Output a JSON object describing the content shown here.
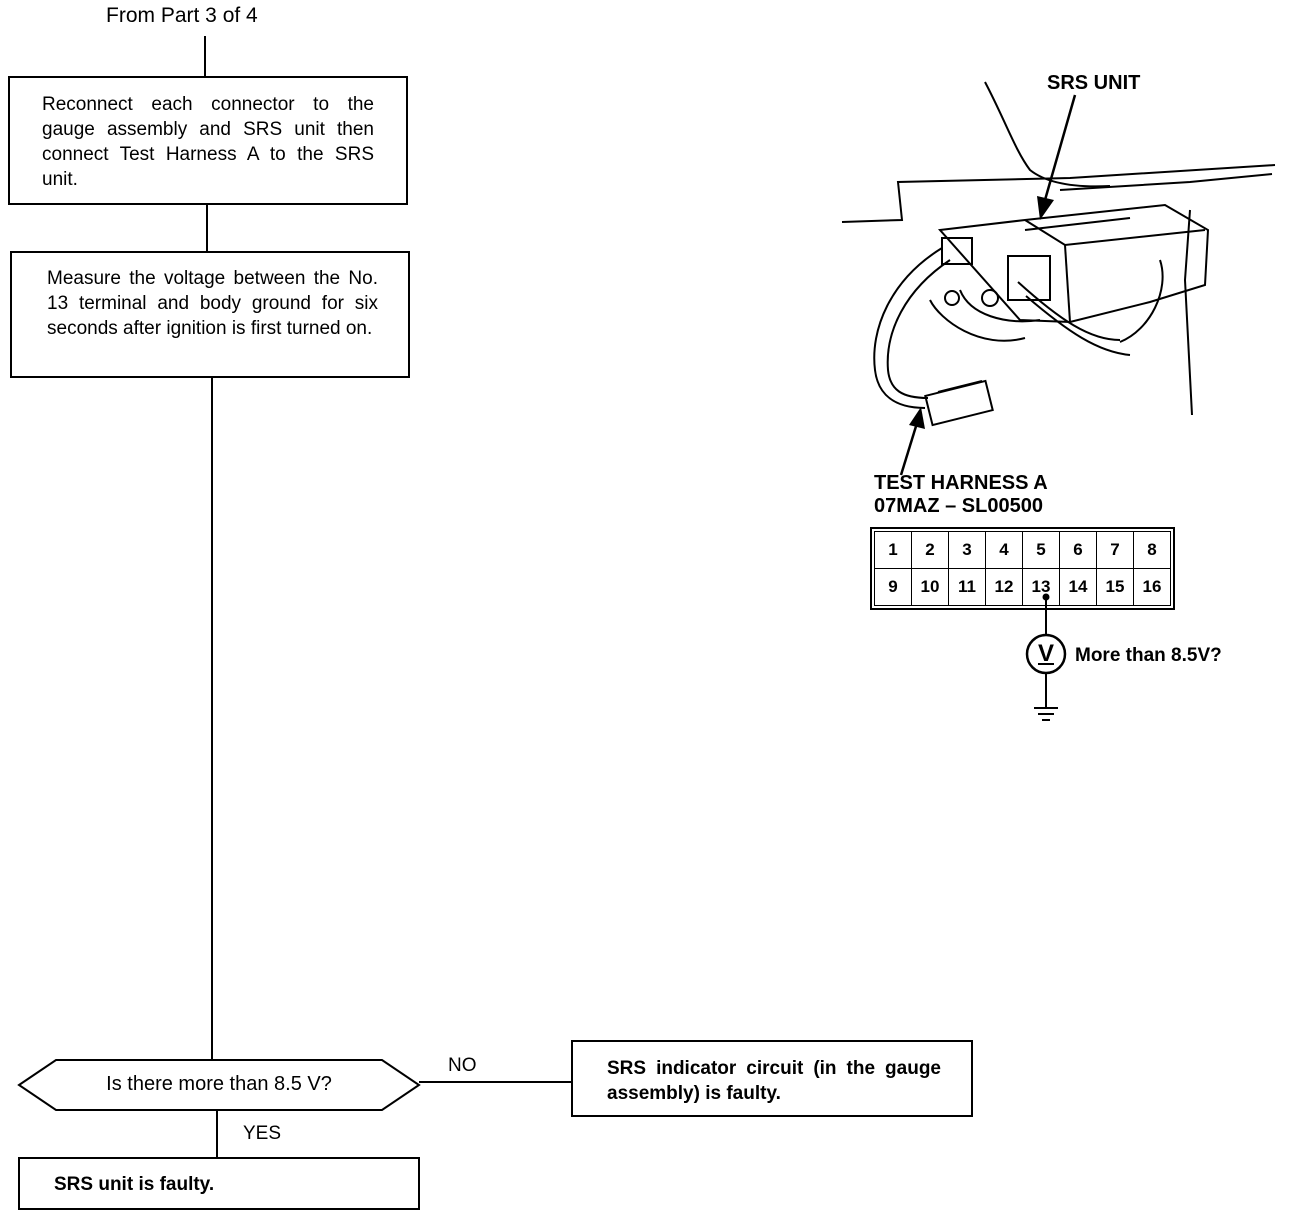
{
  "flow": {
    "from_label": "From Part 3 of 4",
    "step1": "Reconnect each connector to the gauge assembly and SRS unit then connect Test Harness A to the SRS unit.",
    "step2": "Measure the voltage between the No. 13 terminal and body ground for six seconds after ignition is first turned on.",
    "decision": "Is there more than 8.5 V?",
    "no_label": "NO",
    "yes_label": "YES",
    "no_result": "SRS indicator circuit (in the gauge assembly) is faulty.",
    "yes_result": "SRS unit is faulty."
  },
  "illustration": {
    "srs_unit_label": "SRS UNIT",
    "harness_name": "TEST HARNESS A",
    "harness_part": "07MAZ – SL00500",
    "connector_top": [
      "1",
      "2",
      "3",
      "4",
      "5",
      "6",
      "7",
      "8"
    ],
    "connector_bottom": [
      "9",
      "10",
      "11",
      "12",
      "13",
      "14",
      "15",
      "16"
    ],
    "meter_symbol": "V",
    "meter_question": "More than 8.5V?"
  }
}
